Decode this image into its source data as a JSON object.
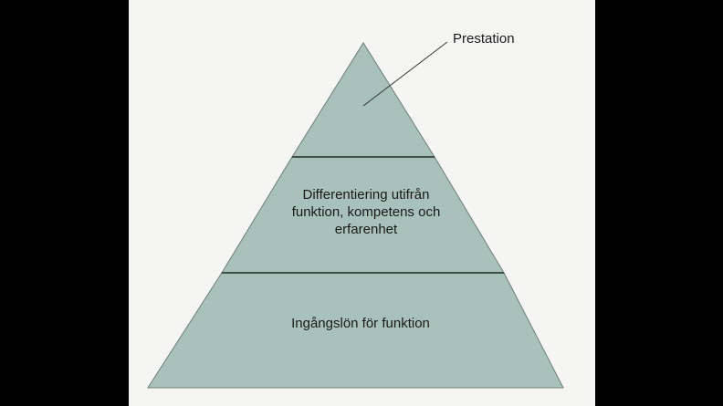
{
  "diagram": {
    "title_label": "Prestation",
    "levels": [
      {
        "label": "Prestation"
      },
      {
        "label": "Differentiering utifrån funktion, kompetens och erfarenhet"
      },
      {
        "label": "Ingångslön för funktion"
      }
    ],
    "colors": {
      "fill": "#a9c1bb",
      "stroke": "#4e5e59",
      "background": "#f5f5f3"
    }
  }
}
